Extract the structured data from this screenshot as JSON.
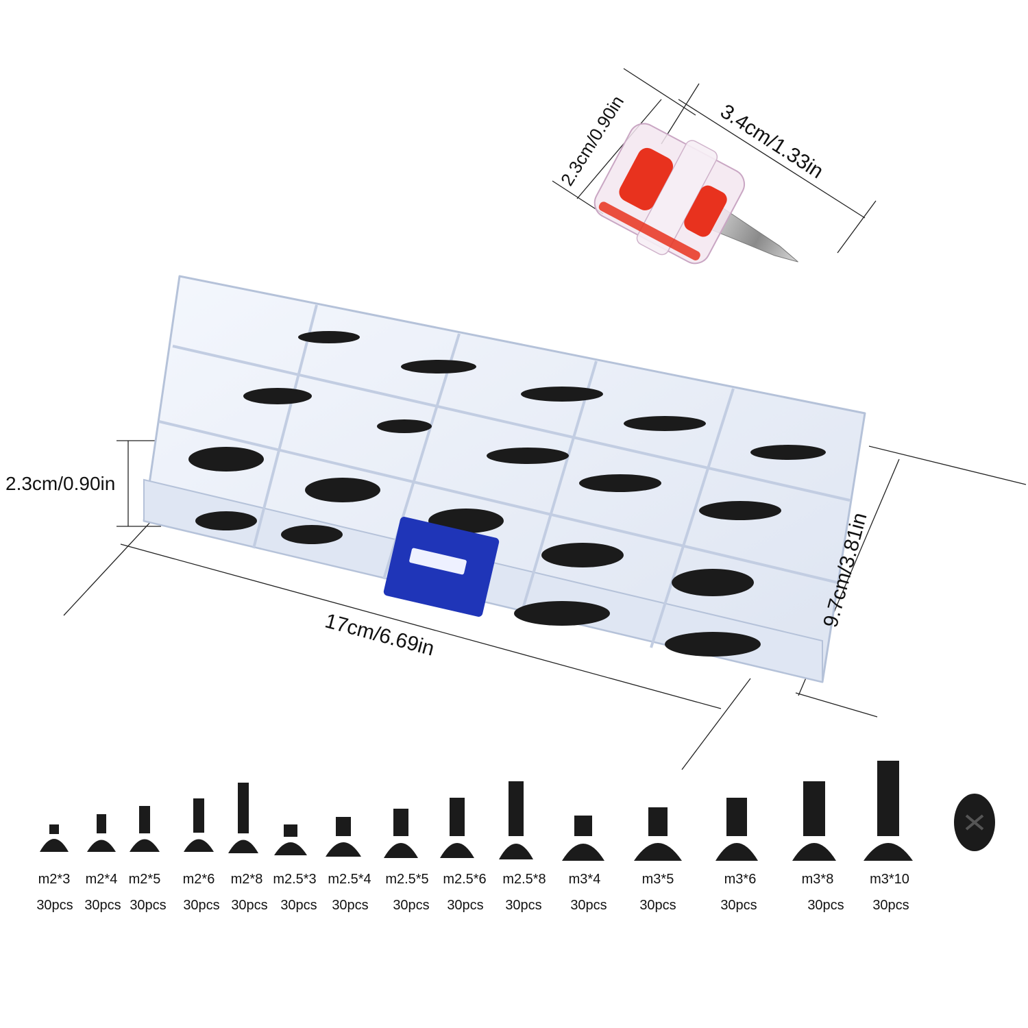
{
  "dimensions": {
    "box_height": "2.3cm/0.90in",
    "box_length": "17cm/6.69in",
    "box_width": "9.7cm/3.81in",
    "driver_height": "2.3cm/0.90in",
    "driver_length": "3.4cm/1.33in"
  },
  "screws": [
    {
      "size": "m2*3",
      "qty": "30pcs"
    },
    {
      "size": "m2*4",
      "qty": "30pcs"
    },
    {
      "size": "m2*5",
      "qty": "30pcs"
    },
    {
      "size": "m2*6",
      "qty": "30pcs"
    },
    {
      "size": "m2*8",
      "qty": "30pcs"
    },
    {
      "size": "m2.5*3",
      "qty": "30pcs"
    },
    {
      "size": "m2.5*4",
      "qty": "30pcs"
    },
    {
      "size": "m2.5*5",
      "qty": "30pcs"
    },
    {
      "size": "m2.5*6",
      "qty": "30pcs"
    },
    {
      "size": "m2.5*8",
      "qty": "30pcs"
    },
    {
      "size": "m3*4",
      "qty": "30pcs"
    },
    {
      "size": "m3*5",
      "qty": "30pcs"
    },
    {
      "size": "m3*6",
      "qty": "30pcs"
    },
    {
      "size": "m3*8",
      "qty": "30pcs"
    },
    {
      "size": "m3*10",
      "qty": "30pcs"
    }
  ],
  "colors": {
    "box_plastic": "#e8eef8",
    "latch": "#1f35b8",
    "driver_red": "#e8321e",
    "screw": "#1b1b1b"
  }
}
